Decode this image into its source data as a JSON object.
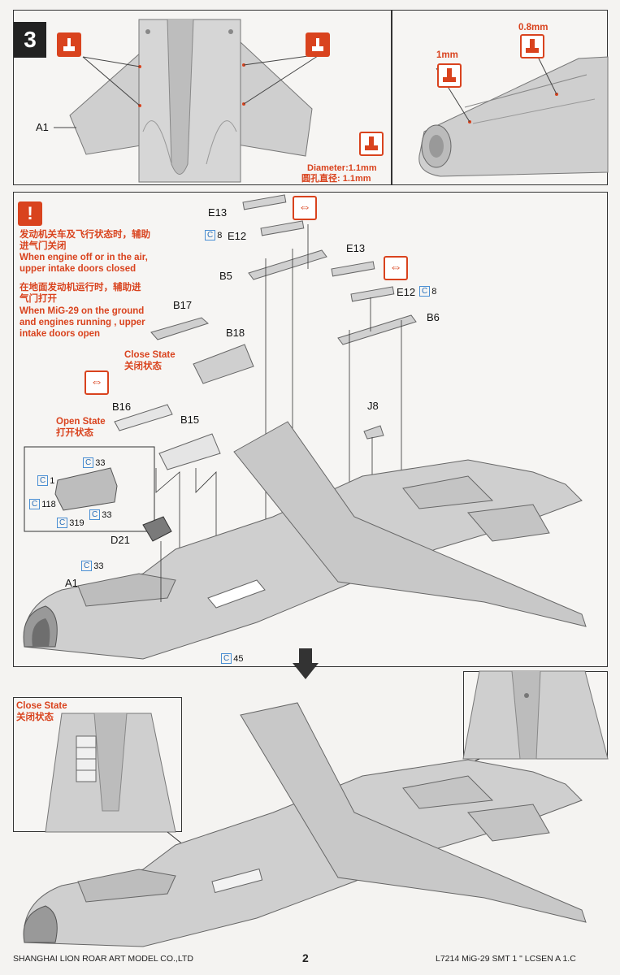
{
  "step": "3",
  "top": {
    "part_a1": "A1",
    "dim_1mm": "1mm",
    "dim_08mm": "0.8mm",
    "diameter_en": "Diameter:1.1mm",
    "diameter_cn": "圆孔直径: 1.1mm"
  },
  "notes": {
    "closed_cn": "发动机关车及飞行状态时，辅助\n进气门关闭",
    "closed_en": "When engine off or in the air,\nupper intake doors closed",
    "open_cn": "在地面发动机运行时，辅助进\n气门打开",
    "open_en": "When MiG-29 on the ground\nand engines running , upper\nintake doors open"
  },
  "states": {
    "close_en": "Close State",
    "close_cn": "关闭状态",
    "open_en": "Open State",
    "open_cn": "打开状态"
  },
  "parts": {
    "e13a": "E13",
    "e12a": "E12",
    "b5": "B5",
    "e13b": "E13",
    "e12b": "E12",
    "b6": "B6",
    "b17": "B17",
    "b18": "B18",
    "b16": "B16",
    "b15": "B15",
    "j8": "J8",
    "d21": "D21",
    "a1": "A1"
  },
  "crefs": {
    "c8a": "8",
    "c8b": "8",
    "c33a": "33",
    "c1": "1",
    "c118": "118",
    "c319": "319",
    "c33b": "33",
    "c33c": "33",
    "c45": "45"
  },
  "lower": {
    "close_en": "Close State",
    "close_cn": "关闭状态"
  },
  "footer": {
    "company": "SHANGHAI LION ROAR ART MODEL CO.,LTD",
    "page": "2",
    "product": "L7214  MiG-29  SMT  1 \" LCSEN A 1.C"
  },
  "colors": {
    "accent": "#d9431e",
    "cref": "#4a8fd4"
  },
  "icons": [
    "drill-icon",
    "warning-icon",
    "double-arrow-icon",
    "step-arrow-icon"
  ]
}
